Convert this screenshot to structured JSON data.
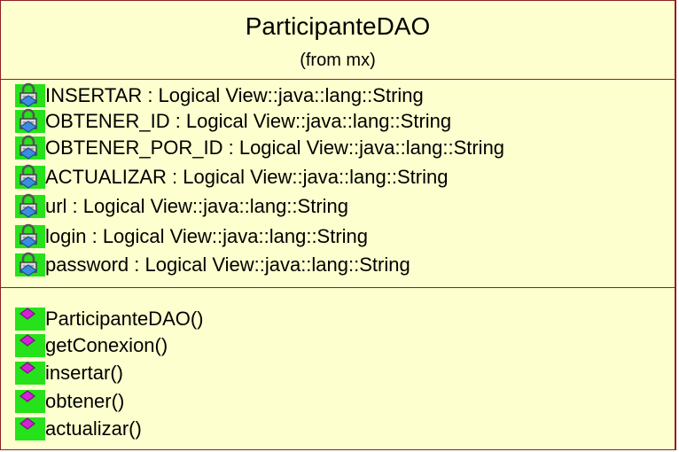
{
  "class": {
    "name": "ParticipanteDAO",
    "package": "(from mx)"
  },
  "attributes": [
    {
      "text": "INSERTAR : Logical View::java::lang::String",
      "icon": "private-attribute-lock-icon"
    },
    {
      "text": "OBTENER_ID : Logical View::java::lang::String",
      "icon": "private-attribute-lock-icon"
    },
    {
      "text": "OBTENER_POR_ID : Logical View::java::lang::String",
      "icon": "private-attribute-lock-icon"
    },
    {
      "text": "ACTUALIZAR : Logical View::java::lang::String",
      "icon": "private-attribute-lock-icon"
    },
    {
      "text": "url : Logical View::java::lang::String",
      "icon": "private-attribute-lock-icon"
    },
    {
      "text": "login : Logical View::java::lang::String",
      "icon": "private-attribute-lock-icon"
    },
    {
      "text": "password : Logical View::java::lang::String",
      "icon": "private-attribute-lock-icon"
    }
  ],
  "operations": [
    {
      "text": "ParticipanteDAO()",
      "icon": "public-operation-diamond-icon"
    },
    {
      "text": "getConexion()",
      "icon": "public-operation-diamond-icon"
    },
    {
      "text": "insertar()",
      "icon": "public-operation-diamond-icon"
    },
    {
      "text": "obtener()",
      "icon": "public-operation-diamond-icon"
    },
    {
      "text": "actualizar()",
      "icon": "public-operation-diamond-icon"
    }
  ],
  "colors": {
    "fill": "#fdffce",
    "border": "#8f1f28",
    "icon_background": "#25e21b",
    "operation_diamond": "#d61fd8"
  }
}
